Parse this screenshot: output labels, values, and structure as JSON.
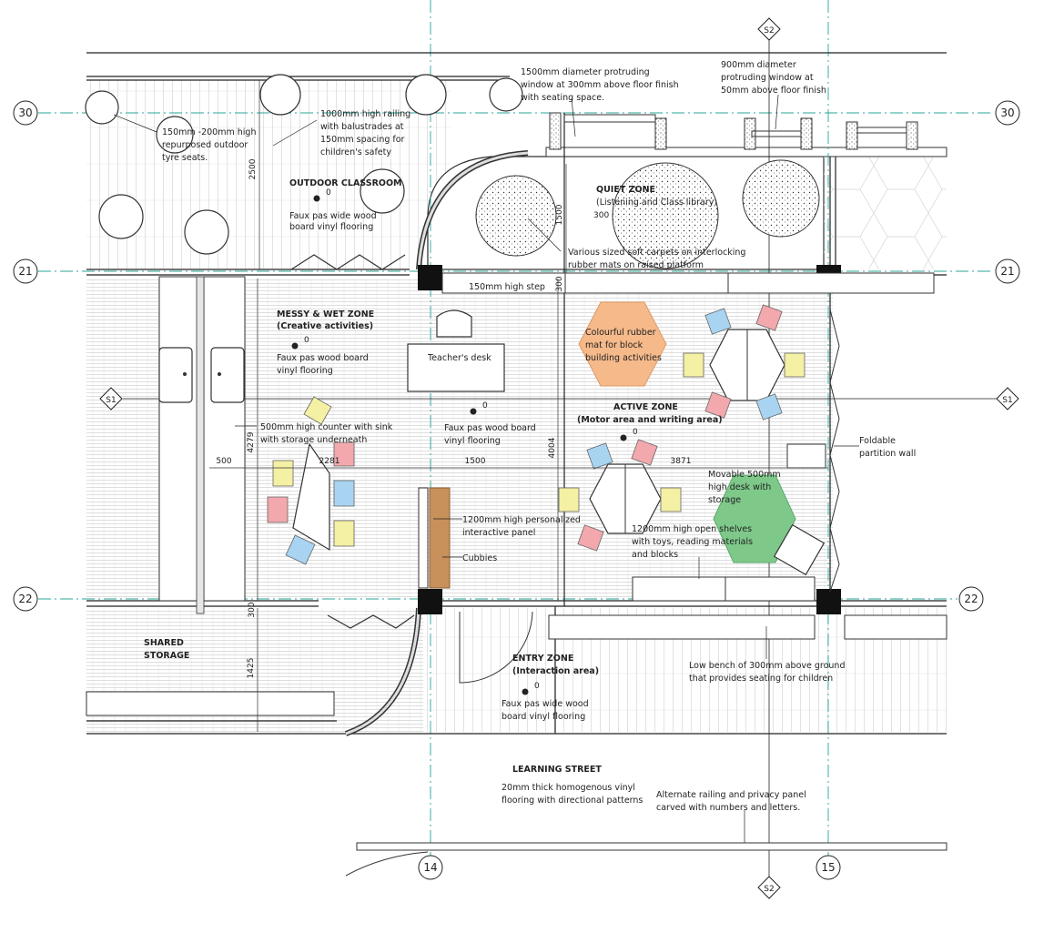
{
  "grid": {
    "row_30": "30",
    "row_21": "21",
    "row_22": "22",
    "col_14": "14",
    "col_15": "15",
    "section_s1": "S1",
    "section_s2": "S2"
  },
  "zones": {
    "outdoor_classroom": "OUTDOOR CLASSROOM",
    "outdoor_floor": [
      "Faux pas wide wood",
      "board vinyl flooring"
    ],
    "quiet_zone": "QUIET ZONE",
    "quiet_zone_sub": "(Listening and Class library)",
    "messy_zone": "MESSY & WET ZONE",
    "messy_zone_sub": "(Creative activities)",
    "messy_floor": [
      "Faux pas wood board",
      "vinyl flooring"
    ],
    "active_zone": "ACTIVE ZONE",
    "active_zone_sub": "(Motor area and writing area)",
    "center_floor": [
      "Faux pas wood board",
      "vinyl flooring"
    ],
    "shared_storage": [
      "SHARED",
      "STORAGE"
    ],
    "entry_zone": "ENTRY ZONE",
    "entry_zone_sub": "(Interaction area)",
    "entry_floor": [
      "Faux pas wide wood",
      "board vinyl flooring"
    ],
    "learning_street": "LEARNING STREET",
    "learning_street_floor": [
      "20mm thick homogenous vinyl",
      "flooring with directional patterns"
    ],
    "level_marker": "0"
  },
  "annotations": {
    "window_1500": [
      "1500mm diameter protruding",
      "window at 300mm above floor finish",
      "with seating space."
    ],
    "window_900": [
      "900mm diameter",
      "protruding window at",
      "50mm above floor finish"
    ],
    "railing": [
      "1000mm high railing",
      "with balustrades at",
      "150mm spacing for",
      "children's safety"
    ],
    "tyre_seats": [
      "150mm -200mm high",
      "repurposed outdoor",
      "tyre seats."
    ],
    "carpets": [
      "Various sized soft carpets on interlocking",
      "rubber mats on raised platform"
    ],
    "step": "150mm high step",
    "teachers_desk": "Teacher's desk",
    "rubber_mat": [
      "Colourful rubber",
      "mat for block",
      "building activities"
    ],
    "counter": [
      "500mm high counter with sink",
      "with storage underneath"
    ],
    "foldable": [
      "Foldable",
      "partition wall"
    ],
    "movable_desk": [
      "Movable 500mm",
      "high desk with",
      "storage"
    ],
    "panel": [
      "1200mm high personalized",
      "interactive panel"
    ],
    "cubbies": "Cubbies",
    "shelves": [
      "1200mm high open shelves",
      "with toys, reading materials",
      "and blocks"
    ],
    "bench": [
      "Low bench of 300mm above ground",
      "that provides seating for children"
    ],
    "railing_panel": [
      "Alternate railing and privacy panel",
      "carved with numbers and letters."
    ]
  },
  "dimensions": {
    "d2500": "2500",
    "d1500v": "1500",
    "d300a": "300",
    "d300b": "300",
    "d300c": "300",
    "d4279": "4279",
    "d4004": "4004",
    "d500": "500",
    "d2281": "2281",
    "d1500h": "1500",
    "d3871": "3871",
    "d1425": "1425"
  },
  "colors": {
    "grid_line": "#2aa59a",
    "wall_hatch": "#9a9a9a",
    "rubber_mat": "#f5b98a",
    "shelf_hex": "#7ec98a",
    "cubbies": "#c8905a",
    "chair_blue": "#a8d4f2",
    "chair_pink": "#f2a8ac",
    "chair_yellow": "#f4f0a4"
  }
}
